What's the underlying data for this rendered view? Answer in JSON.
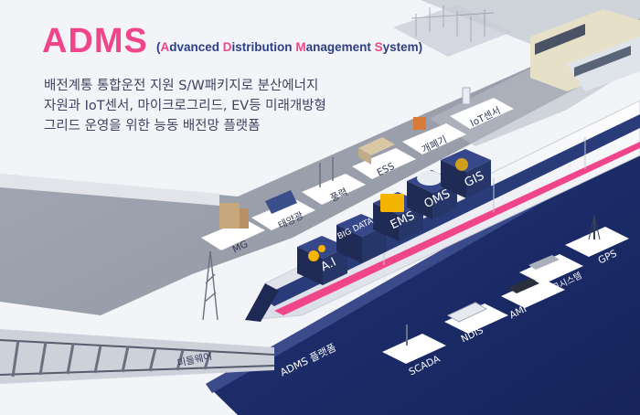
{
  "header": {
    "title": "ADMS",
    "subtitle_words": [
      {
        "initial": "A",
        "rest": "dvanced"
      },
      {
        "initial": "D",
        "rest": "istribution"
      },
      {
        "initial": "M",
        "rest": "anagement"
      },
      {
        "initial": "S",
        "rest": "ystem"
      }
    ],
    "description_lines": [
      "배전계통 통합운전 지원 S/W패키지로 분산에너지",
      "자원과 IoT센서, 마이크로그리드, EV등 미래개방형",
      "그리드 운영을 위한 능동 배전망 플랫폼"
    ]
  },
  "upper_platform": {
    "items": [
      "MG",
      "태양광",
      "풍력",
      "ESS",
      "개폐기",
      "IoT센서"
    ],
    "label_color": "#333a55"
  },
  "train_cubes": {
    "items": [
      "A.I",
      "BIG DATA",
      "EMS",
      "OMS",
      "GIS"
    ],
    "cube_color": "#1f2b55",
    "accent": "#f5b400"
  },
  "lower_platform": {
    "title": "ADMS 플랫폼",
    "items": [
      "SCADA",
      "NDIS",
      "AMI",
      "공공시스템",
      "GPS"
    ],
    "color": "#1d2d6c"
  },
  "track_label": "미들웨어",
  "colors": {
    "pink": "#f0458a",
    "navy": "#2d3f86",
    "platform_gray": "#9aa0ad",
    "platform_dark": "#1d2d6c"
  }
}
